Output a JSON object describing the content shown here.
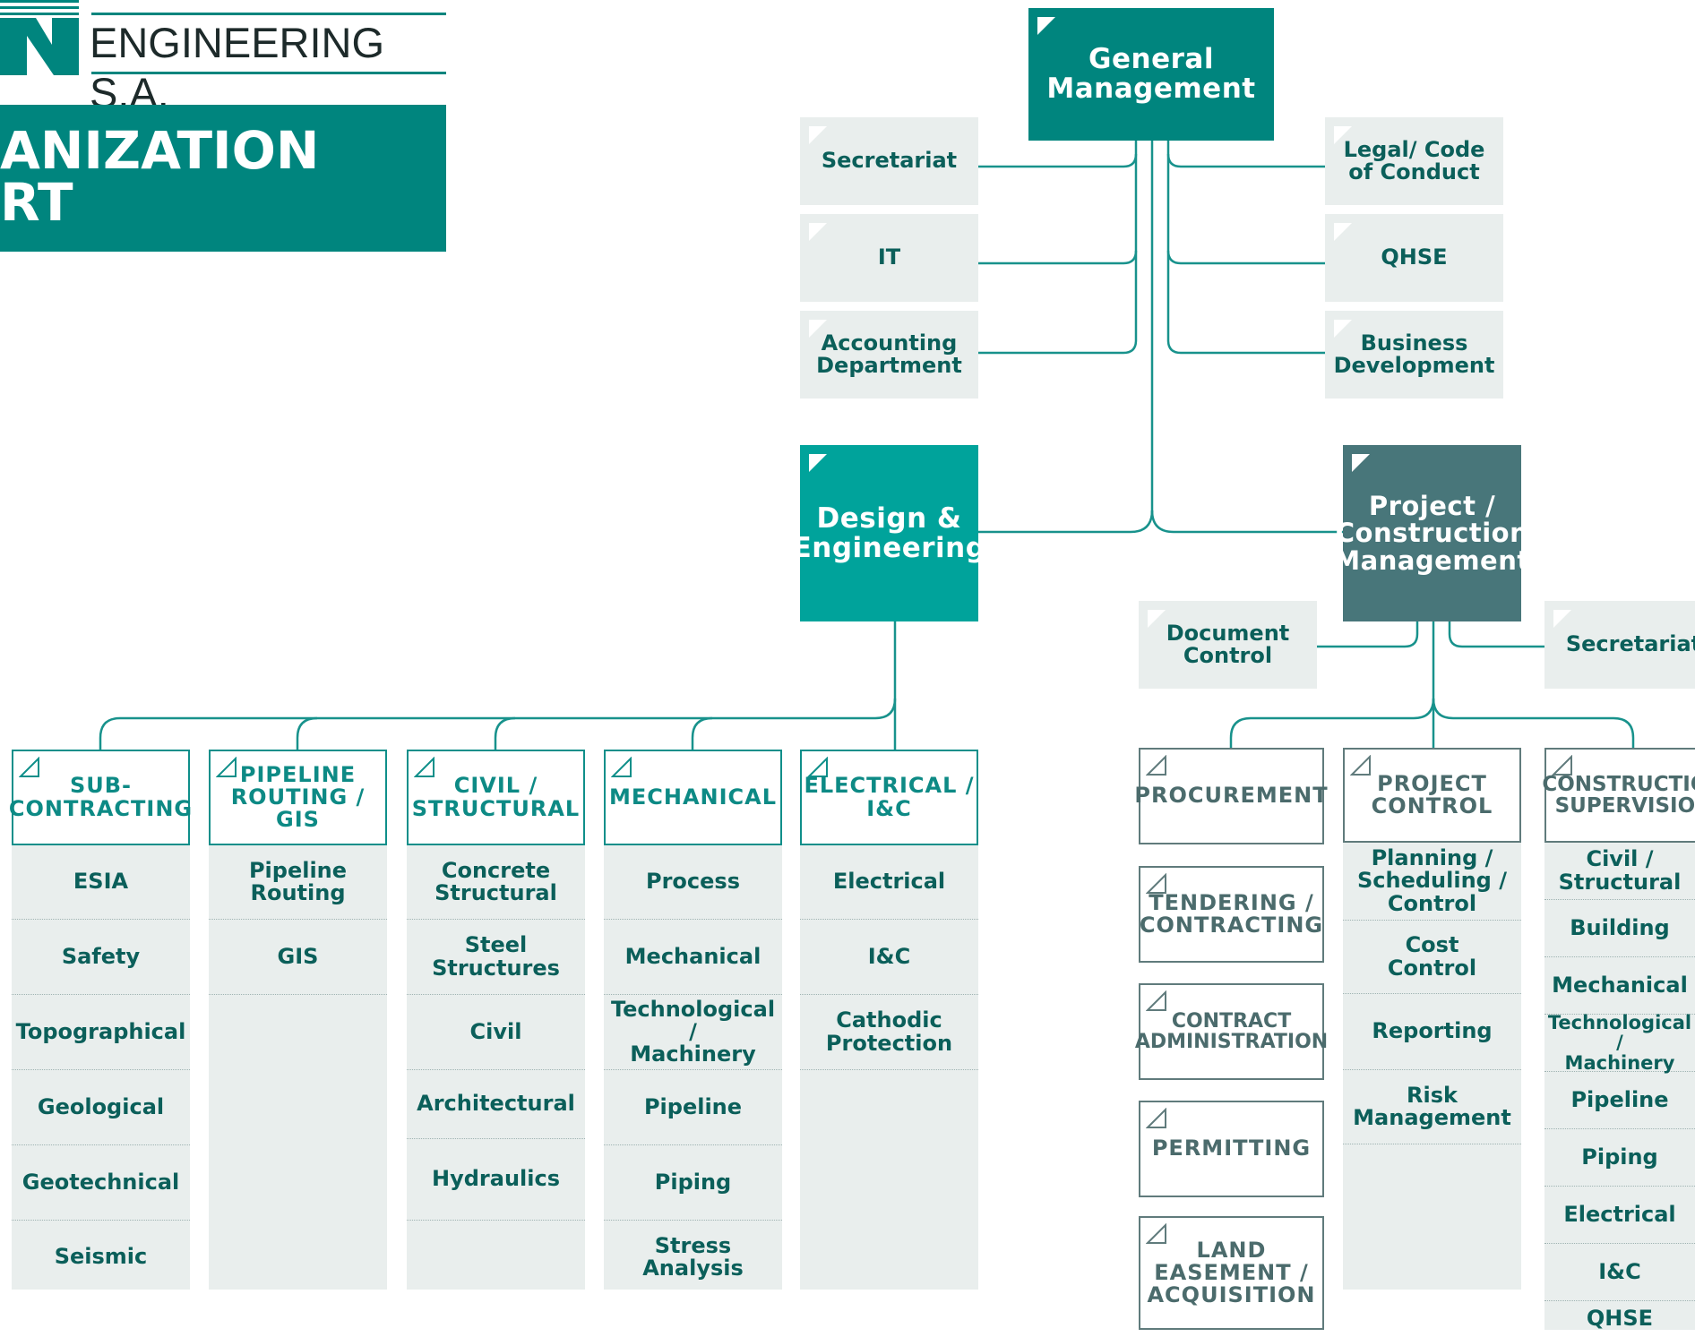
{
  "header": {
    "company": "ENGINEERING S.A.",
    "title_line1": "ANIZATION",
    "title_line2": "RT"
  },
  "colors": {
    "teal": "#00857e",
    "dark_teal": "#48767a",
    "light_grey": "#e9eeed",
    "text": "#0b5f5a"
  },
  "top": {
    "general_management": "General\nManagement",
    "left_staff": [
      "Secretariat",
      "IT",
      "Accounting\nDepartment"
    ],
    "right_staff": [
      "Legal/ Code\nof Conduct",
      "QHSE",
      "Business\nDevelopment"
    ]
  },
  "design": {
    "title": "Design &\nEngineering",
    "departments": [
      {
        "title": "SUB-\nCONTRACTING",
        "items": [
          "ESIA",
          "Safety",
          "Topographical",
          "Geological",
          "Geotechnical",
          "Seismic"
        ]
      },
      {
        "title": "PIPELINE\nROUTING / GIS",
        "items": [
          "Pipeline\nRouting",
          "GIS"
        ]
      },
      {
        "title": "CIVIL /\nSTRUCTURAL",
        "items": [
          "Concrete\nStructural",
          "Steel\nStructures",
          "Civil",
          "Architectural",
          "Hydraulics"
        ]
      },
      {
        "title": "MECHANICAL",
        "items": [
          "Process",
          "Mechanical",
          "Technological /\nMachinery",
          "Pipeline",
          "Piping",
          "Stress\nAnalysis"
        ]
      },
      {
        "title": "ELECTRICAL /\nI&C",
        "items": [
          "Electrical",
          "I&C",
          "Cathodic\nProtection"
        ]
      }
    ]
  },
  "project": {
    "title": "Project /\nConstruction\nManagement",
    "document_control": "Document\nControl",
    "secretariat": "Secretariat",
    "procurement_stack": [
      "PROCUREMENT",
      "TENDERING /\nCONTRACTING",
      "CONTRACT\nADMINISTRATION",
      "PERMITTING",
      "LAND\nEASEMENT /\nACQUISITION"
    ],
    "project_control": {
      "title": "PROJECT\nCONTROL",
      "items": [
        "Planning /\nScheduling /\nControl",
        "Cost\nControl",
        "Reporting",
        "Risk\nManagement"
      ]
    },
    "construction_supervision": {
      "title": "CONSTRUCTION\nSUPERVISION",
      "items": [
        "Civil /\nStructural",
        "Building",
        "Mechanical",
        "Technological /\nMachinery",
        "Pipeline",
        "Piping",
        "Electrical",
        "I&C",
        "QHSE"
      ]
    }
  }
}
